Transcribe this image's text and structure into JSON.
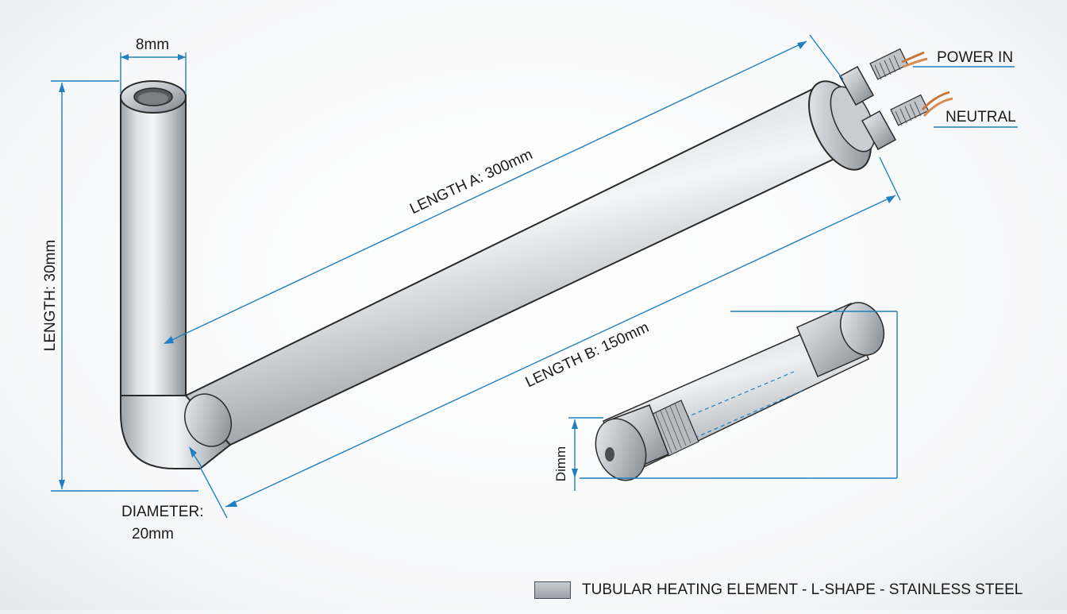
{
  "labels": {
    "top_diameter": "8mm",
    "vertical_length": "LENGTH: 30mm",
    "length_a": "LENGTH A: 300mm",
    "length_b": "LENGTH B: 150mm",
    "diameter_title": "DIAMETER:",
    "diameter_value": "20mm",
    "power_in": "POWER IN",
    "neutral": "NEUTRAL",
    "cartridge_diameter": "Dimm"
  },
  "legend": {
    "text": "TUBULAR HEATING ELEMENT - L-SHAPE - STAINLESS STEEL"
  },
  "colors": {
    "dimension_line": "#1f7fc0",
    "steel_light": "#e9ecef",
    "steel_dark": "#8a9096",
    "copper": "#c7763a"
  }
}
